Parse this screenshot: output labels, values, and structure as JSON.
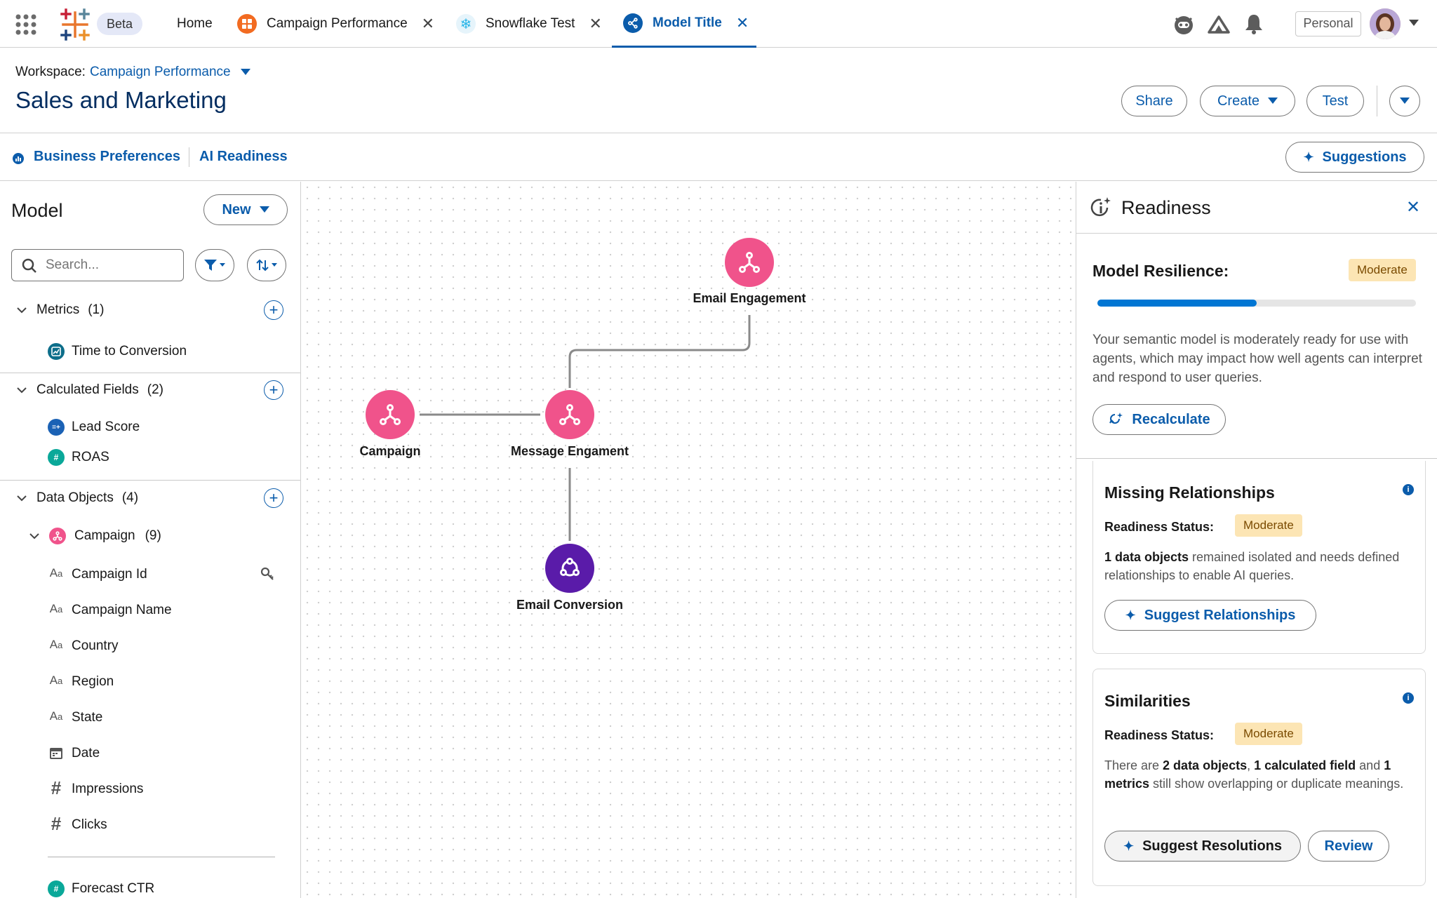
{
  "topbar": {
    "beta_label": "Beta",
    "tabs": [
      {
        "label": "Home"
      },
      {
        "label": "Campaign Performance"
      },
      {
        "label": "Snowflake Test"
      },
      {
        "label": "Model Title"
      }
    ],
    "personal_label": "Personal",
    "accent_color": "#0b5cab"
  },
  "header": {
    "workspace_prefix": "Workspace:",
    "workspace_name": "Campaign Performance",
    "page_title": "Sales and Marketing",
    "share_label": "Share",
    "create_label": "Create",
    "test_label": "Test"
  },
  "subnav": {
    "business_preferences": "Business Preferences",
    "ai_readiness": "AI Readiness",
    "suggestions_label": "Suggestions"
  },
  "model_panel": {
    "title": "Model",
    "new_label": "New",
    "search_placeholder": "Search...",
    "sections": [
      {
        "label": "Metrics",
        "count": "(1)",
        "items": [
          {
            "label": "Time to Conversion",
            "icon": "metric-icon"
          }
        ]
      },
      {
        "label": "Calculated Fields",
        "count": "(2)",
        "items": [
          {
            "label": "Lead Score",
            "icon": "calc-icon"
          },
          {
            "label": "ROAS",
            "icon": "calc-hash-icon"
          }
        ]
      },
      {
        "label": "Data Objects",
        "count": "(4)"
      }
    ],
    "campaign_object": {
      "label": "Campaign",
      "count": "(9)"
    },
    "campaign_fields": [
      {
        "label": "Campaign Id",
        "icon": "text-type-icon"
      },
      {
        "label": "Campaign Name",
        "icon": "text-type-icon"
      },
      {
        "label": "Country",
        "icon": "text-type-icon"
      },
      {
        "label": "Region",
        "icon": "text-type-icon"
      },
      {
        "label": "State",
        "icon": "text-type-icon"
      },
      {
        "label": "Date",
        "icon": "calendar-icon"
      },
      {
        "label": "Impressions",
        "icon": "number-type-icon"
      },
      {
        "label": "Clicks",
        "icon": "number-type-icon"
      }
    ],
    "trailing_item": "Forecast CTR"
  },
  "canvas": {
    "nodes": [
      {
        "label": "Email Engagement"
      },
      {
        "label": "Campaign"
      },
      {
        "label": "Message Engament"
      },
      {
        "label": "Email Conversion"
      }
    ]
  },
  "readiness_panel": {
    "title": "Readiness",
    "resilience_label": "Model Resilience:",
    "resilience_status": "Moderate",
    "resilience_progress": 0.5,
    "resilience_desc": "Your semantic model is moderately ready for use with agents, which may impact how well agents can interpret and respond to user queries.",
    "recalculate_label": "Recalculate",
    "cards": [
      {
        "title": "Missing Relationships",
        "status_label": "Readiness Status:",
        "status": "Moderate",
        "desc_bold": "1 data objects",
        "desc_rest": " remained isolated and needs defined relationships to enable AI queries.",
        "action_label": "Suggest Relationships"
      },
      {
        "title": "Similarities",
        "status_label": "Readiness Status:",
        "status": "Moderate",
        "desc_p1": "There are ",
        "desc_b1": "2 data objects",
        "desc_p2": ", ",
        "desc_b2": "1 calculated field",
        "desc_p3": " and ",
        "desc_b3": "1 metrics",
        "desc_p4": " still show overlapping or duplicate meanings.",
        "action_label": "Suggest Resolutions",
        "review_label": "Review"
      }
    ]
  }
}
